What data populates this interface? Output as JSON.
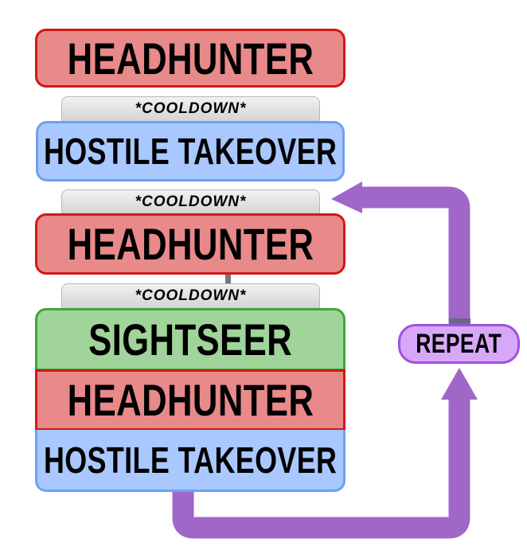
{
  "blocks": [
    {
      "label": "HEADHUNTER"
    },
    {
      "label": "*COOLDOWN*"
    },
    {
      "label": "HOSTILE TAKEOVER"
    },
    {
      "label": "*COOLDOWN*"
    },
    {
      "label": "HEADHUNTER"
    },
    {
      "label": "*COOLDOWN*"
    },
    {
      "label": "SIGHTSEER"
    },
    {
      "label": "HEADHUNTER"
    },
    {
      "label": "HOSTILE TAKEOVER"
    }
  ],
  "repeat": {
    "label": "REPEAT"
  },
  "colors": {
    "red": "#e88a8a",
    "blue": "#a8c8ff",
    "green": "#a0d49a",
    "purple": "#a066c8"
  }
}
